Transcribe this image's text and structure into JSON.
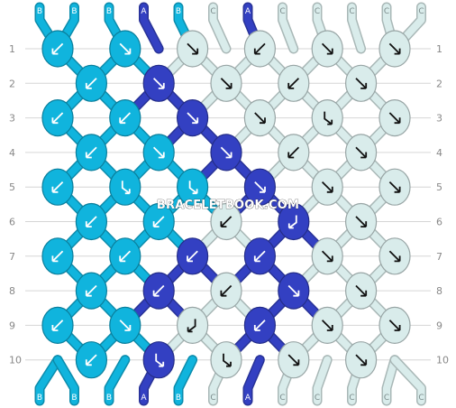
{
  "watermark": "BRACELETBOOK.COM",
  "colors": {
    "A": "#3340c2",
    "B": "#10b4dd",
    "C": "#d9eceb"
  },
  "strings_top": [
    "B",
    "B",
    "B",
    "A",
    "B",
    "C",
    "A",
    "C",
    "C",
    "C",
    "C",
    "C"
  ],
  "strings_bottom": [
    "B",
    "B",
    "B",
    "A",
    "B",
    "C",
    "A",
    "C",
    "C",
    "C",
    "C",
    "C"
  ],
  "row_labels": [
    "1",
    "2",
    "3",
    "4",
    "5",
    "6",
    "7",
    "8",
    "9",
    "10"
  ],
  "knots": [
    [
      {
        "c": "B",
        "d": "bl"
      },
      {
        "c": "B",
        "d": "br"
      },
      {
        "c": "C",
        "d": "br"
      },
      {
        "c": "C",
        "d": "bl"
      },
      {
        "c": "C",
        "d": "br"
      },
      {
        "c": "C",
        "d": "br"
      }
    ],
    [
      {
        "c": "B",
        "d": "bl"
      },
      {
        "c": "A",
        "d": "br"
      },
      {
        "c": "C",
        "d": "br"
      },
      {
        "c": "C",
        "d": "bl"
      },
      {
        "c": "C",
        "d": "br"
      }
    ],
    [
      {
        "c": "B",
        "d": "bl"
      },
      {
        "c": "B",
        "d": "bl"
      },
      {
        "c": "A",
        "d": "br"
      },
      {
        "c": "C",
        "d": "br"
      },
      {
        "c": "C",
        "d": "fbr"
      },
      {
        "c": "C",
        "d": "br"
      }
    ],
    [
      {
        "c": "B",
        "d": "bl"
      },
      {
        "c": "B",
        "d": "br"
      },
      {
        "c": "A",
        "d": "br"
      },
      {
        "c": "C",
        "d": "bl"
      },
      {
        "c": "C",
        "d": "br"
      }
    ],
    [
      {
        "c": "B",
        "d": "bl"
      },
      {
        "c": "B",
        "d": "fbr"
      },
      {
        "c": "B",
        "d": "fbr"
      },
      {
        "c": "A",
        "d": "br"
      },
      {
        "c": "C",
        "d": "br"
      },
      {
        "c": "C",
        "d": "br"
      }
    ],
    [
      {
        "c": "B",
        "d": "bl"
      },
      {
        "c": "B",
        "d": "bl"
      },
      {
        "c": "C",
        "d": "bl"
      },
      {
        "c": "A",
        "d": "fbl"
      },
      {
        "c": "C",
        "d": "br"
      }
    ],
    [
      {
        "c": "B",
        "d": "bl"
      },
      {
        "c": "B",
        "d": "bl"
      },
      {
        "c": "A",
        "d": "bl"
      },
      {
        "c": "A",
        "d": "bl"
      },
      {
        "c": "C",
        "d": "br"
      },
      {
        "c": "C",
        "d": "br"
      }
    ],
    [
      {
        "c": "B",
        "d": "bl"
      },
      {
        "c": "A",
        "d": "bl"
      },
      {
        "c": "C",
        "d": "bl"
      },
      {
        "c": "A",
        "d": "br"
      },
      {
        "c": "C",
        "d": "br"
      }
    ],
    [
      {
        "c": "B",
        "d": "bl"
      },
      {
        "c": "B",
        "d": "br"
      },
      {
        "c": "C",
        "d": "fbl"
      },
      {
        "c": "A",
        "d": "bl"
      },
      {
        "c": "C",
        "d": "br"
      },
      {
        "c": "C",
        "d": "br"
      }
    ],
    [
      {
        "c": "B",
        "d": "bl"
      },
      {
        "c": "A",
        "d": "fbr"
      },
      {
        "c": "C",
        "d": "fbr"
      },
      {
        "c": "C",
        "d": "br"
      },
      {
        "c": "C",
        "d": "br"
      }
    ]
  ]
}
